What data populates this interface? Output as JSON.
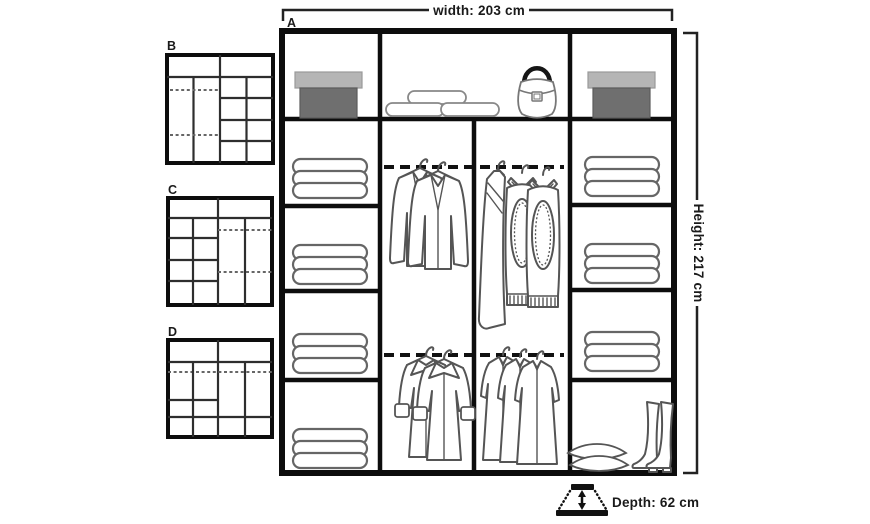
{
  "title": "Wardrobe interior layout diagram",
  "labels": {
    "width": "width: 203 cm",
    "height": "Height: 217 cm",
    "depth": "Depth: 62 cm"
  },
  "wardrobe": {
    "label": "A",
    "top_shelf_items": [
      "shoe-box",
      "duvet-rolls",
      "handbag",
      "shoe-box"
    ],
    "left_column_items": [
      "folded-stack",
      "folded-stack",
      "folded-stack",
      "folded-stack"
    ],
    "hanging_left_column": [
      "rail-with-jackets",
      "rail-with-coats"
    ],
    "hanging_right_column": [
      "rail-with-sweaters",
      "rail-with-shirts"
    ],
    "right_column_items": [
      "folded-stack",
      "folded-stack",
      "folded-stack",
      "pillows-and-boots"
    ]
  },
  "variants": [
    {
      "label": "B",
      "description": "hanging-left-shelves-right"
    },
    {
      "label": "C",
      "description": "shelves-left-hanging-right"
    },
    {
      "label": "D",
      "description": "full-width-rail-with-lower-shelves"
    }
  ],
  "icons": [
    "shoe-box-icon",
    "duvet-rolls-icon",
    "handbag-icon",
    "folded-stack-icon",
    "jackets-icon",
    "sweaters-icon",
    "hanging-garment-icon",
    "coats-icon",
    "shirts-icon",
    "pillows-icon",
    "boots-icon",
    "depth-arrow-icon"
  ],
  "colors": {
    "outline": "#0d0d0d",
    "icon_stroke": "#555555",
    "shoebox_lid": "#b5b5b5",
    "shoebox_body": "#6f6f6f",
    "background": "#ffffff"
  }
}
